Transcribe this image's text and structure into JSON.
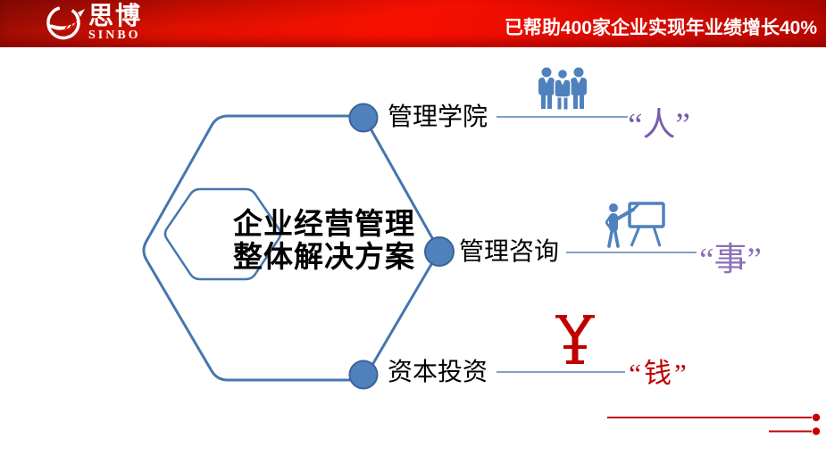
{
  "header": {
    "logo_cn": "思博",
    "logo_en": "SINBO",
    "logo_icon": "sinbo-swirl-bird-icon",
    "tagline": "已帮助400家企业实现年业绩增长40%"
  },
  "diagram": {
    "title_line1": "企业经营管理",
    "title_line2": "整体解决方案",
    "branches": [
      {
        "label": "管理学院",
        "icon": "people-group-icon",
        "keyword": "“人”",
        "keyword_color": "#7a5ca8"
      },
      {
        "label": "管理咨询",
        "icon": "presenter-whiteboard-icon",
        "keyword": "“事”",
        "keyword_color": "#8b6fb7"
      },
      {
        "label": "资本投资",
        "icon": "yuan-symbol-icon",
        "symbol": "¥",
        "keyword": "“钱”",
        "keyword_color": "#c00000"
      }
    ],
    "colors": {
      "hexagon_outline": "#4576ad",
      "node_fill": "#4f81bd",
      "node_border": "#3b6496",
      "connector": "#5581b5",
      "accent_red": "#c00000",
      "title_text": "#000000"
    }
  },
  "decor": {
    "color": "#c00000",
    "lines": 2,
    "dots": 2
  }
}
